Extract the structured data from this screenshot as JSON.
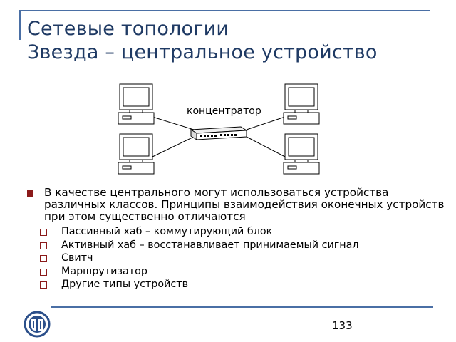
{
  "slide": {
    "title_line1": "Сетевые топологии",
    "title_line2": "Звезда – центральное устройство",
    "diagram": {
      "hub_label": "концентратор"
    },
    "main_bullet": "В качестве центрального могут использоваться устройства различных классов. Принципы взаимодействия оконечных устройств при этом существенно отличаются",
    "sub_items": [
      "Пассивный хаб – коммутирующий блок",
      "Активный хаб – восстанавливает принимаемый сигнал",
      "Свитч",
      "Маршрутизатор",
      "Другие типы устройств"
    ],
    "page_number": "133",
    "colors": {
      "title": "#1f3a64",
      "frame": "#4a6fa5",
      "bullet": "#8b1a1a"
    },
    "icons": {
      "computer": "computer-icon",
      "hub": "hub-icon",
      "logo": "university-logo"
    }
  }
}
